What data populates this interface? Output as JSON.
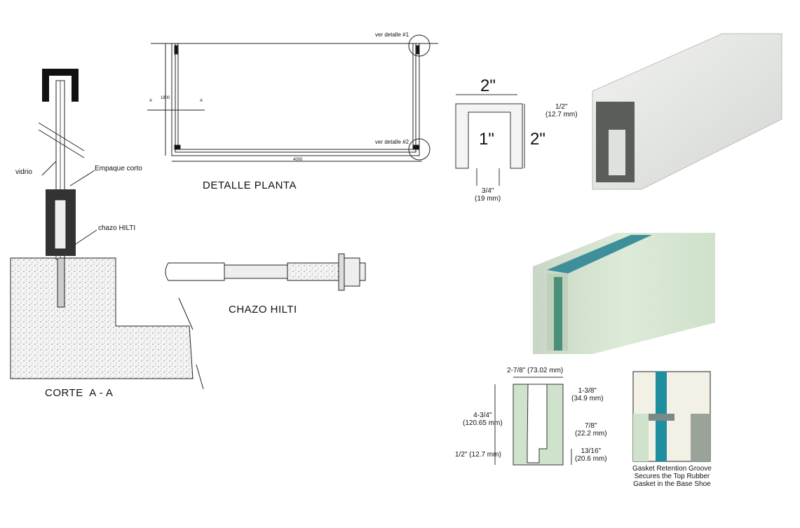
{
  "corte": {
    "title": "CORTE  A - A",
    "label_vidrio": "vidrio",
    "label_empaque": "Empaque corto",
    "label_chazo": "chazo HILTI"
  },
  "planta": {
    "title": "DETALLE PLANTA",
    "detalle1": "ver detalle #1",
    "detalle2": "ver detalle #2",
    "dim_width": "4000",
    "dim_height": "1800",
    "section_mark_left": "A",
    "section_mark_right": "A"
  },
  "chazo": {
    "title": "CHAZO HILTI"
  },
  "cap_profile": {
    "width_top": "2\"",
    "height_right": "2\"",
    "inner": "1\"",
    "lip": "1/2\"",
    "lip_mm": "(12.7 mm)",
    "slot": "3/4\"",
    "slot_mm": "(19 mm)"
  },
  "base_shoe": {
    "width": "2-7/8\" (73.02 mm)",
    "height": "4-3/4\"",
    "height_mm": "(120.65 mm)",
    "channel": "1-3/8\"",
    "channel_mm": "(34.9 mm)",
    "groove": "7/8\"",
    "groove_mm": "(22.2 mm)",
    "groove_depth": "13/16\"",
    "groove_depth_mm": "(20.6 mm)",
    "bottom": "1/2\" (12.7 mm)",
    "caption": [
      "Gasket Retention Groove",
      "Secures the Top Rubber",
      "Gasket in the Base Shoe"
    ]
  },
  "colors": {
    "shoe_green": "#cfe3cc",
    "glass_teal": "#1f8fa0",
    "metal": "#e4e6e2"
  }
}
